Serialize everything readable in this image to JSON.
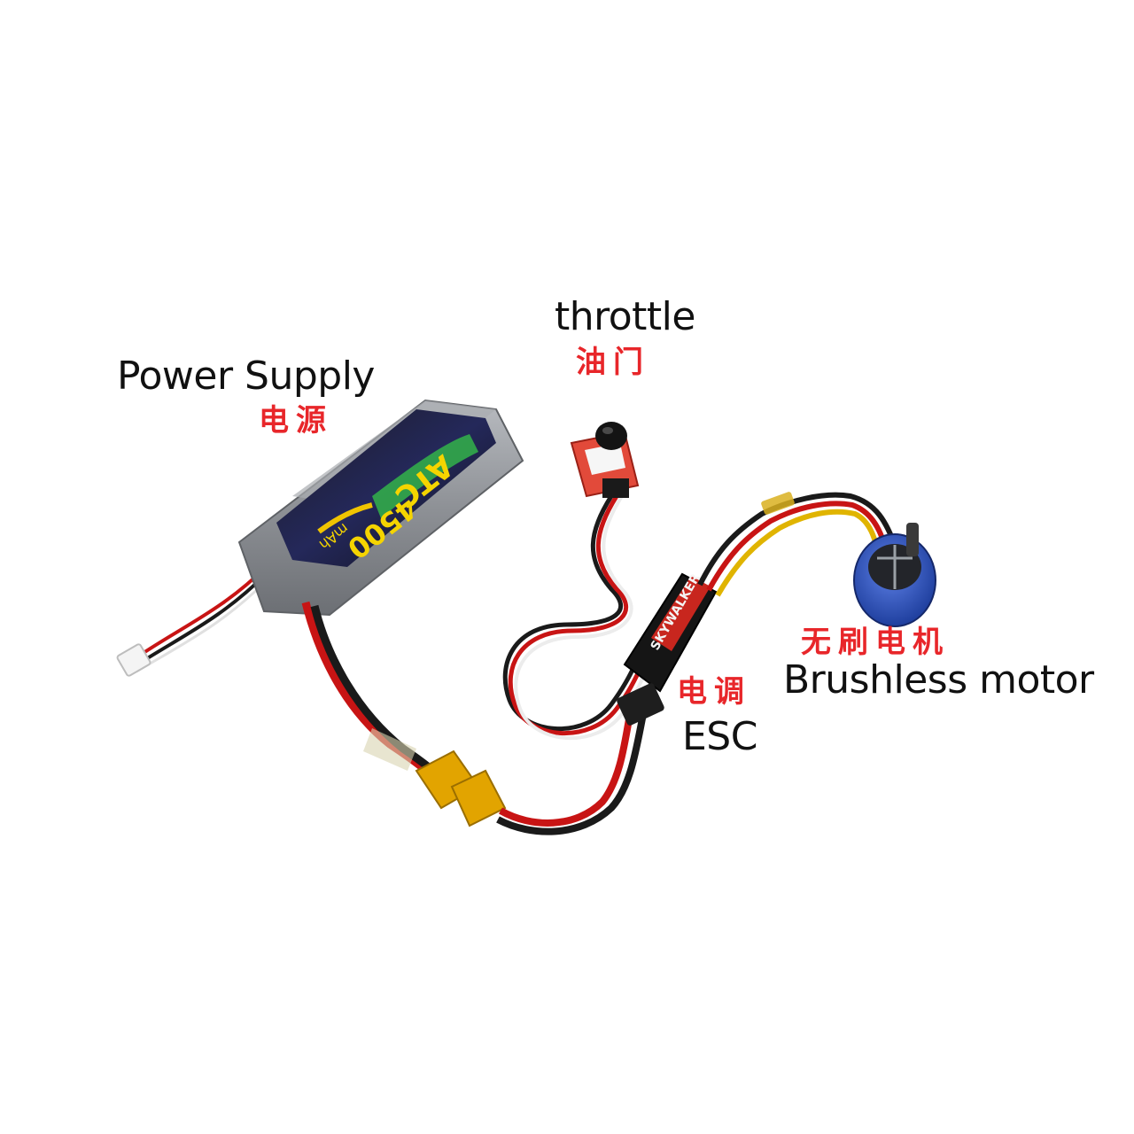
{
  "labels": {
    "power_supply_en": "Power Supply",
    "power_supply_zh": "电源",
    "throttle_en": "throttle",
    "throttle_zh": "油门",
    "esc_zh": "电调",
    "esc_en": "ESC",
    "motor_zh": "无刷电机",
    "motor_en": "Brushless motor"
  },
  "battery": {
    "brand": "ATC",
    "capacity": "4500",
    "capacity_unit": "mAh"
  },
  "esc_body": {
    "brand": "SKYWALKER"
  },
  "colors": {
    "label_zh": "#e8262a",
    "label_en": "#111111",
    "wire_red": "#c81414",
    "wire_black": "#1a1a1a",
    "wire_yellow": "#e0b400",
    "battery_wrap": "#8f9297",
    "motor_bell": "#2f55c8",
    "connector_yellow": "#e2a400"
  }
}
